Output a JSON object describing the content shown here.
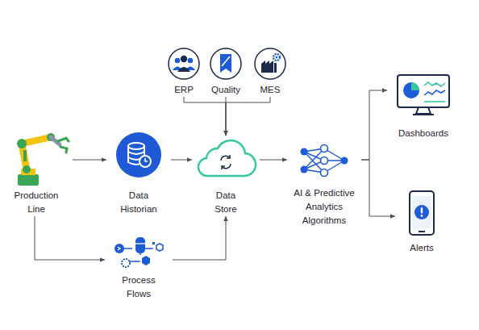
{
  "diagram": {
    "nodes": [
      {
        "text": [
          "ERP"
        ]
      },
      {
        "text": [
          "Quality"
        ]
      },
      {
        "text": [
          "MES"
        ]
      },
      {
        "text": [
          "Production Line"
        ]
      },
      {
        "text": [
          "Data Historian"
        ]
      },
      {
        "text": [
          "Data Store"
        ]
      },
      {
        "text": [
          "AI & Predictive Analytics Algorithms"
        ]
      },
      {
        "text": [
          "Dashboards"
        ]
      },
      {
        "text": [
          "Alerts"
        ]
      },
      {
        "text": [
          "Process Flows"
        ]
      }
    ],
    "edges": [
      {
        "from": 3,
        "to": 4,
        "arrow": "to"
      },
      {
        "from": 4,
        "to": 5,
        "arrow": "to"
      },
      {
        "from": 0,
        "to": 5,
        "arrow": "to"
      },
      {
        "from": 1,
        "to": 5,
        "arrow": "to"
      },
      {
        "from": 2,
        "to": 5,
        "arrow": "to"
      },
      {
        "from": 5,
        "to": 6,
        "arrow": "to"
      },
      {
        "from": 6,
        "to": 7,
        "arrow": "to"
      },
      {
        "from": 6,
        "to": 8,
        "arrow": "to"
      },
      {
        "from": 3,
        "to": 9,
        "arrow": "to"
      },
      {
        "from": 9,
        "to": 5,
        "arrow": "to"
      }
    ]
  }
}
